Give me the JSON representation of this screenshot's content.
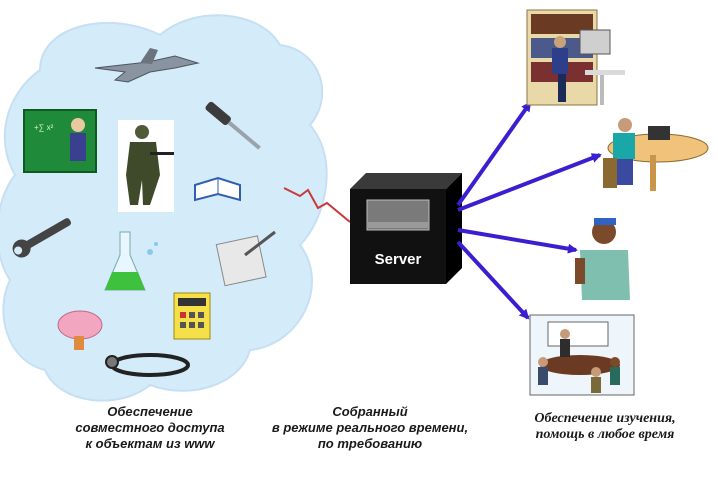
{
  "server": {
    "label": "Server"
  },
  "captions": {
    "left": [
      "Обеспечение",
      "совместного доступа",
      "к объектам из www"
    ],
    "middle": [
      "Собранный",
      "в режиме реального времени,",
      "по требованию"
    ],
    "right": [
      "Обеспечение изучения,",
      "помощь в любое время"
    ]
  },
  "colors": {
    "cloud": "#d4ebfa",
    "arrow": "#3a1fd0",
    "link": "#c83a3a",
    "server": "#111111"
  },
  "icons": [
    "fighter-jet-icon",
    "teacher-chalkboard-icon",
    "screwdriver-icon",
    "soldier-icon",
    "open-book-icon",
    "wrench-icon",
    "flask-icon",
    "paper-pencil-icon",
    "brain-icon",
    "calculator-icon",
    "stethoscope-icon",
    "library-student-icon",
    "student-laptop-icon",
    "presenter-icon",
    "meeting-room-icon"
  ]
}
